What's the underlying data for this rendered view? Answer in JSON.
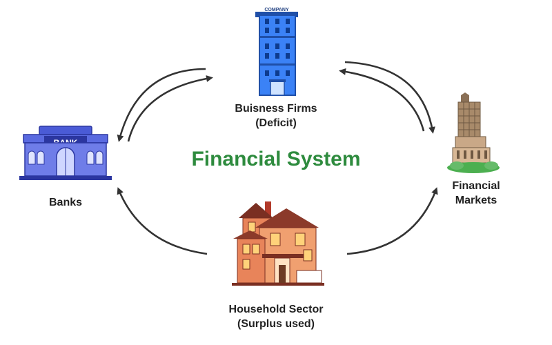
{
  "title": "Financial System",
  "nodes": {
    "firms": {
      "line1": "Buisness Firms",
      "line2": "(Deficit)",
      "sign": "COMPANY"
    },
    "banks": {
      "line1": "Banks",
      "sign": "BANK"
    },
    "markets": {
      "line1": "Financial",
      "line2": "Markets"
    },
    "household": {
      "line1": "Household Sector",
      "line2": "(Surplus used)"
    }
  },
  "colors": {
    "title": "#2e8b3e",
    "arrow": "#333333",
    "building_blue": "#3b82f6",
    "bank_blue": "#4a5bd6",
    "house_orange": "#e8845a"
  }
}
